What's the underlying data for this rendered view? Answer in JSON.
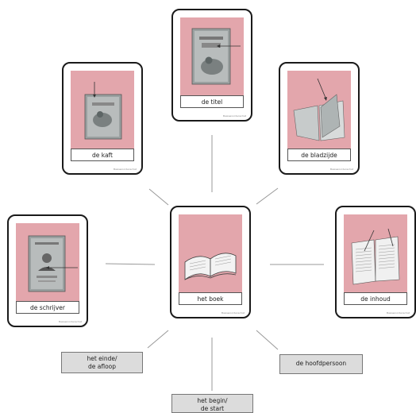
{
  "center": {
    "label": "het boek",
    "credit": "Basiswoordenschat"
  },
  "cards": [
    {
      "id": "kaft",
      "label": "de kaft",
      "credit": "Basiswoordenschat"
    },
    {
      "id": "titel",
      "label": "de titel",
      "credit": "Basiswoordenschat"
    },
    {
      "id": "bladzijde",
      "label": "de bladzijde",
      "credit": "Basiswoordenschat"
    },
    {
      "id": "schrijver",
      "label": "de schrijver",
      "credit": "Basiswoordenschat"
    },
    {
      "id": "inhoud",
      "label": "de inhoud",
      "credit": "Basiswoordenschat"
    }
  ],
  "tags": {
    "einde": "het einde/\nde afloop",
    "hoofdpersoon": "de hoofdpersoon",
    "begin": "het begin/\nde start"
  },
  "colors": {
    "card_bg": "#e3a6ac",
    "tag_bg": "#dcdcdc",
    "line": "#999999"
  }
}
